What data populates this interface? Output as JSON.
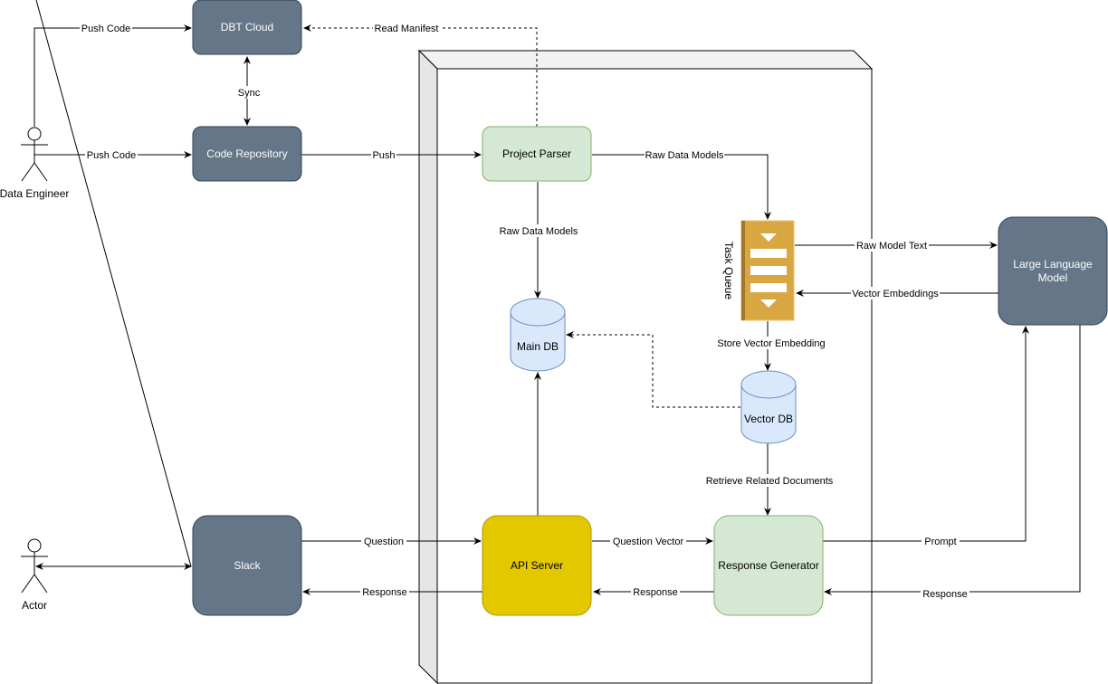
{
  "colors": {
    "dark_node_fill": "#647687",
    "dark_node_stroke": "#314354",
    "green_fill": "#d5e8d4",
    "green_stroke": "#82b366",
    "blue_fill": "#dae8fc",
    "blue_stroke": "#6c8ebf",
    "yellow_fill": "#e3c800",
    "yellow_stroke": "#b09500",
    "queue_fill": "#d9a741",
    "queue_dark": "#a0762b",
    "container_side": "#e6e6e6",
    "container_top": "#f2f2f2"
  },
  "actors": {
    "data_engineer": "Data Engineer",
    "actor": "Actor"
  },
  "nodes": {
    "dbt_cloud": "DBT Cloud",
    "code_repository": "Code Repository",
    "project_parser": "Project Parser",
    "task_queue": "Task Queue",
    "main_db": "Main DB",
    "vector_db": "Vector DB",
    "llm_line1": "Large Language",
    "llm_line2": "Model",
    "slack": "Slack",
    "api_server": "API Server",
    "response_generator": "Response Generator"
  },
  "edges": {
    "push_code_dbt": "Push Code",
    "push_code_repo": "Push Code",
    "sync": "Sync",
    "push": "Push",
    "read_manifest": "Read Manifest",
    "raw_data_models_queue": "Raw Data Models",
    "raw_data_models_db": "Raw Data Models",
    "raw_model_text": "Raw Model Text",
    "vector_embeddings": "Vector Embeddings",
    "store_vector_embedding": "Store Vector Embedding",
    "retrieve_related_documents": "Retrieve Related Documents",
    "question": "Question",
    "response_slack": "Response",
    "question_vector": "Question Vector",
    "response_api": "Response",
    "prompt": "Prompt",
    "response_llm": "Response"
  }
}
